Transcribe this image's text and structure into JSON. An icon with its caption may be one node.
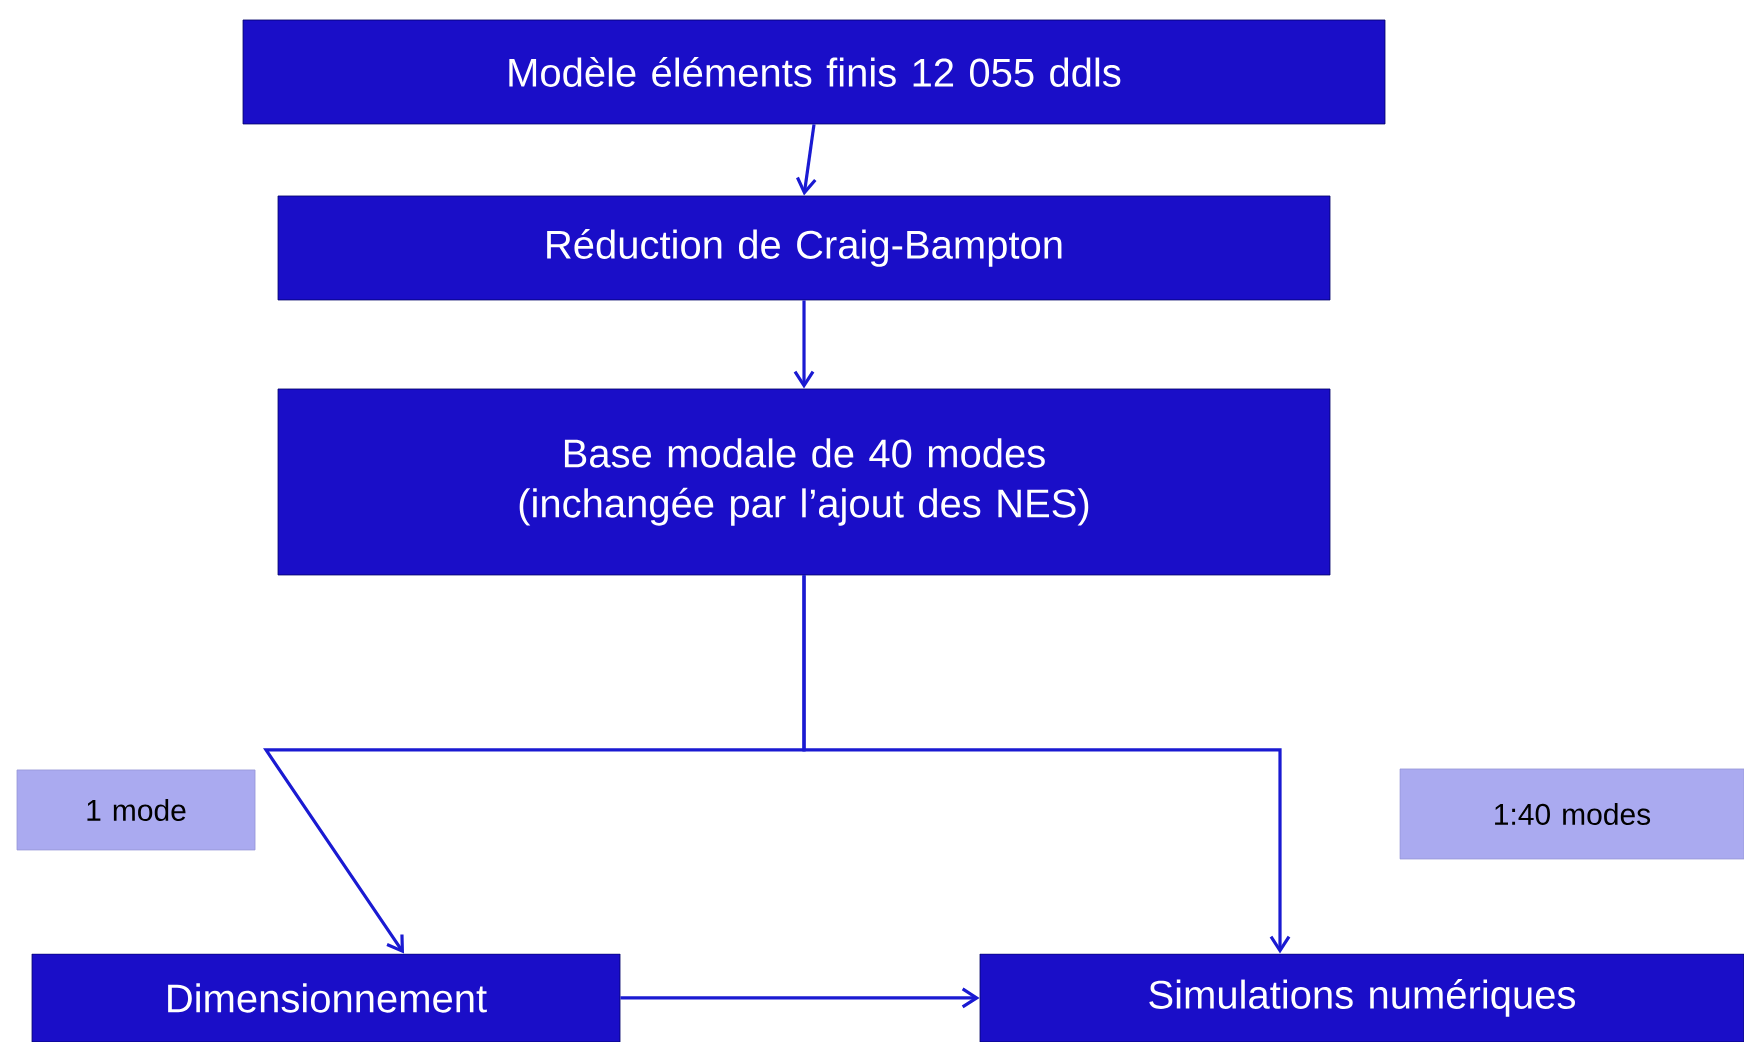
{
  "diagram": {
    "nodes": [
      {
        "text": [
          "Modèle éléments finis 12 055 ddls"
        ]
      },
      {
        "text": [
          "Réduction de Craig-Bampton"
        ]
      },
      {
        "text": [
          "Base modale de 40 modes (inchangée par l’ajout des NES)"
        ]
      },
      {
        "text": [
          "1 mode"
        ]
      },
      {
        "text": [
          "1:40 modes"
        ]
      },
      {
        "text": [
          "Dimensionnement"
        ]
      },
      {
        "text": [
          "Simulations numériques"
        ]
      }
    ],
    "edges": [
      {
        "from": 0,
        "to": 1,
        "arrow": "to"
      },
      {
        "from": 1,
        "to": 2,
        "arrow": "to"
      },
      {
        "from": 2,
        "to": 5,
        "arrow": "to"
      },
      {
        "from": 2,
        "to": 6,
        "arrow": "to"
      },
      {
        "from": 5,
        "to": 6,
        "arrow": "to"
      }
    ]
  }
}
